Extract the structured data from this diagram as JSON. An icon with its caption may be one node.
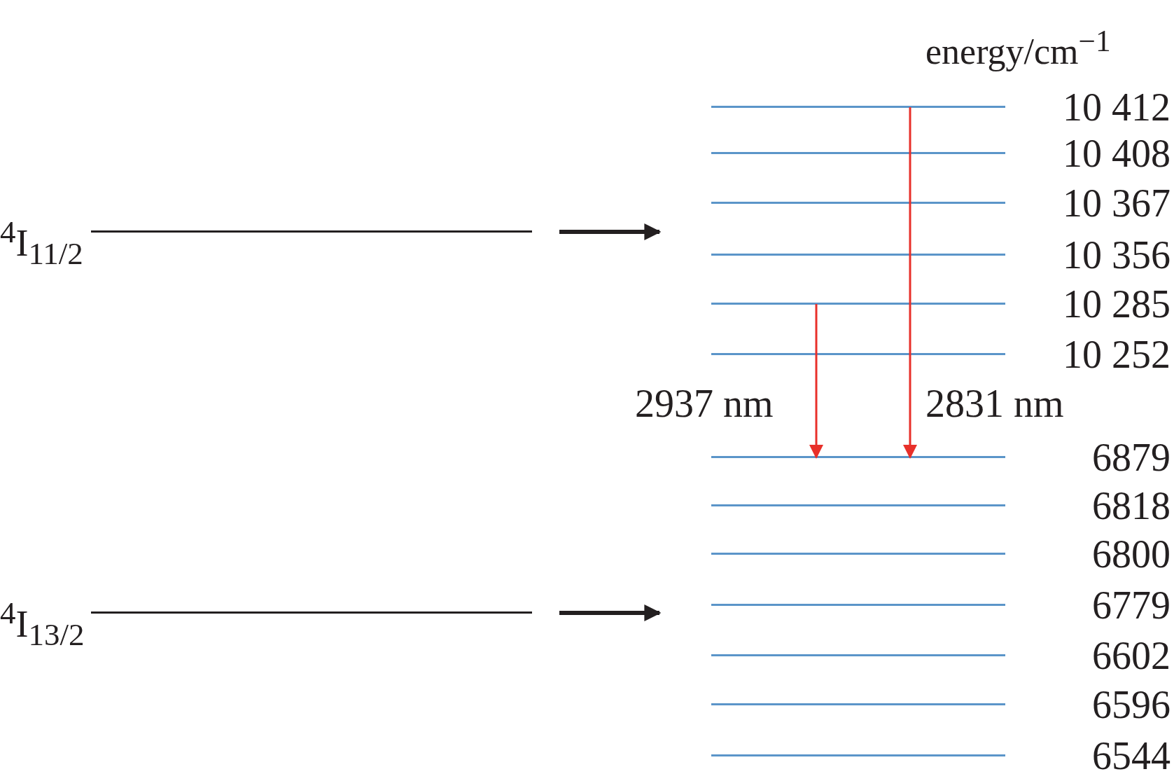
{
  "diagram": {
    "nodes": [
      {
        "text": [
          "$^{4}$I$_{11/2}$"
        ]
      },
      {
        "text": [
          "$^{4}$I$_{13/2}$"
        ]
      },
      {
        "text": [
          "10 412"
        ]
      },
      {
        "text": [
          "10 408"
        ]
      },
      {
        "text": [
          "10 367"
        ]
      },
      {
        "text": [
          "10 356"
        ]
      },
      {
        "text": [
          "10 285"
        ]
      },
      {
        "text": [
          "10 252"
        ]
      },
      {
        "text": [
          "6879"
        ]
      },
      {
        "text": [
          "6818"
        ]
      },
      {
        "text": [
          "6800"
        ]
      },
      {
        "text": [
          "6779"
        ]
      },
      {
        "text": [
          "6602"
        ]
      },
      {
        "text": [
          "6596"
        ]
      },
      {
        "text": [
          "6544"
        ]
      }
    ],
    "edges": [
      {
        "from": 0,
        "to": null,
        "arrow": "to",
        "style": "thick",
        "color": "#231f20"
      },
      {
        "from": 1,
        "to": null,
        "arrow": "to",
        "style": "thick",
        "color": "#231f20"
      },
      {
        "from": 6,
        "to": 8,
        "arrow": "to",
        "label": "2937 nm",
        "color": "#e8302a"
      },
      {
        "from": 2,
        "to": 8,
        "arrow": "to",
        "label": "2831 nm",
        "color": "#e8302a"
      }
    ],
    "labels": [
      "energy/cm$^{−1}$"
    ]
  }
}
